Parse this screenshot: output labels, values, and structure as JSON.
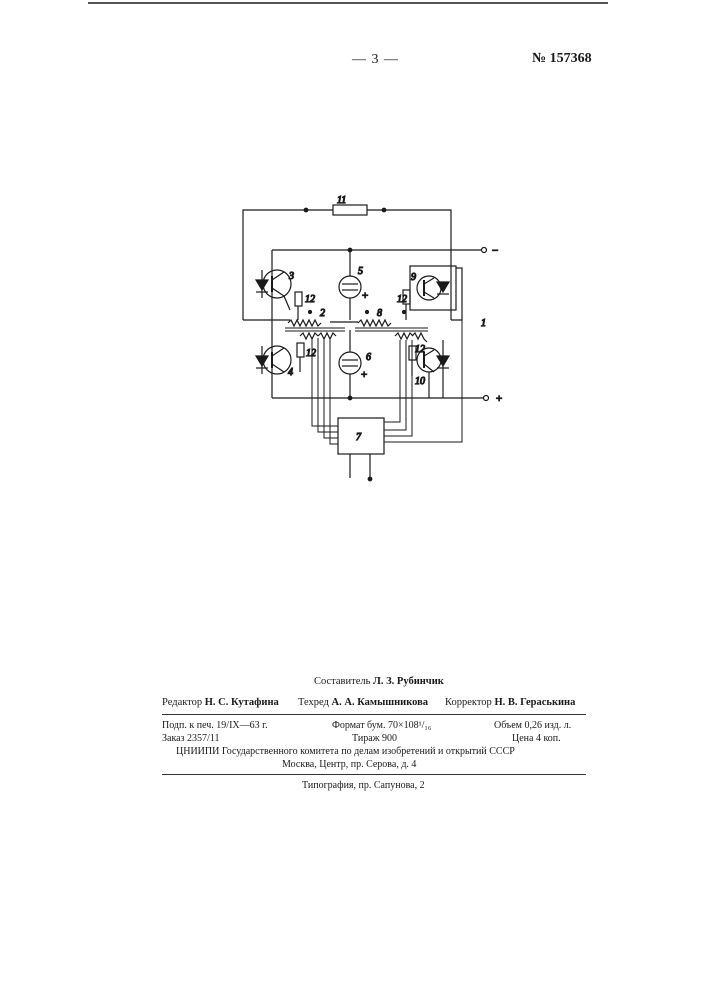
{
  "header": {
    "page_number": "— 3 —",
    "patent_number": "№ 157368"
  },
  "figure": {
    "labels": {
      "r11": "11",
      "t3": "3",
      "c5": "5",
      "t9": "9",
      "r12a": "12",
      "r12b": "12",
      "tr2": "2",
      "tr8": "8",
      "n1": "1",
      "r12c": "12",
      "r12d": "12",
      "c6": "6",
      "t4": "4",
      "t10": "10",
      "b7": "7"
    },
    "terminals": {
      "minus": "−",
      "plus": "+",
      "c5_plus": "+",
      "c6_plus": "+"
    }
  },
  "colophon": {
    "compiler_label": "Составитель",
    "compiler_name": "Л. З. Рубинчик",
    "editor_label": "Редактор",
    "editor_name": "Н. С. Кутафина",
    "techred_label": "Техред",
    "techred_name": "А. А. Камышникова",
    "corrector_label": "Корректор",
    "corrector_name": "Н. В. Гераськина",
    "signed": "Подп. к печ. 19/IX—63 г.",
    "format": "Формат бум. 70×108¹/₁₆",
    "volume": "Объем 0,26 изд. л.",
    "order": "Заказ 2357/11",
    "print_run": "Тираж 900",
    "price": "Цена 4 коп.",
    "institute": "ЦНИИПИ Государственного комитета по делам изобретений и открытий СССР",
    "address": "Москва, Центр, пр. Серова, д. 4",
    "printer": "Типография, пр. Сапунова, 2"
  }
}
